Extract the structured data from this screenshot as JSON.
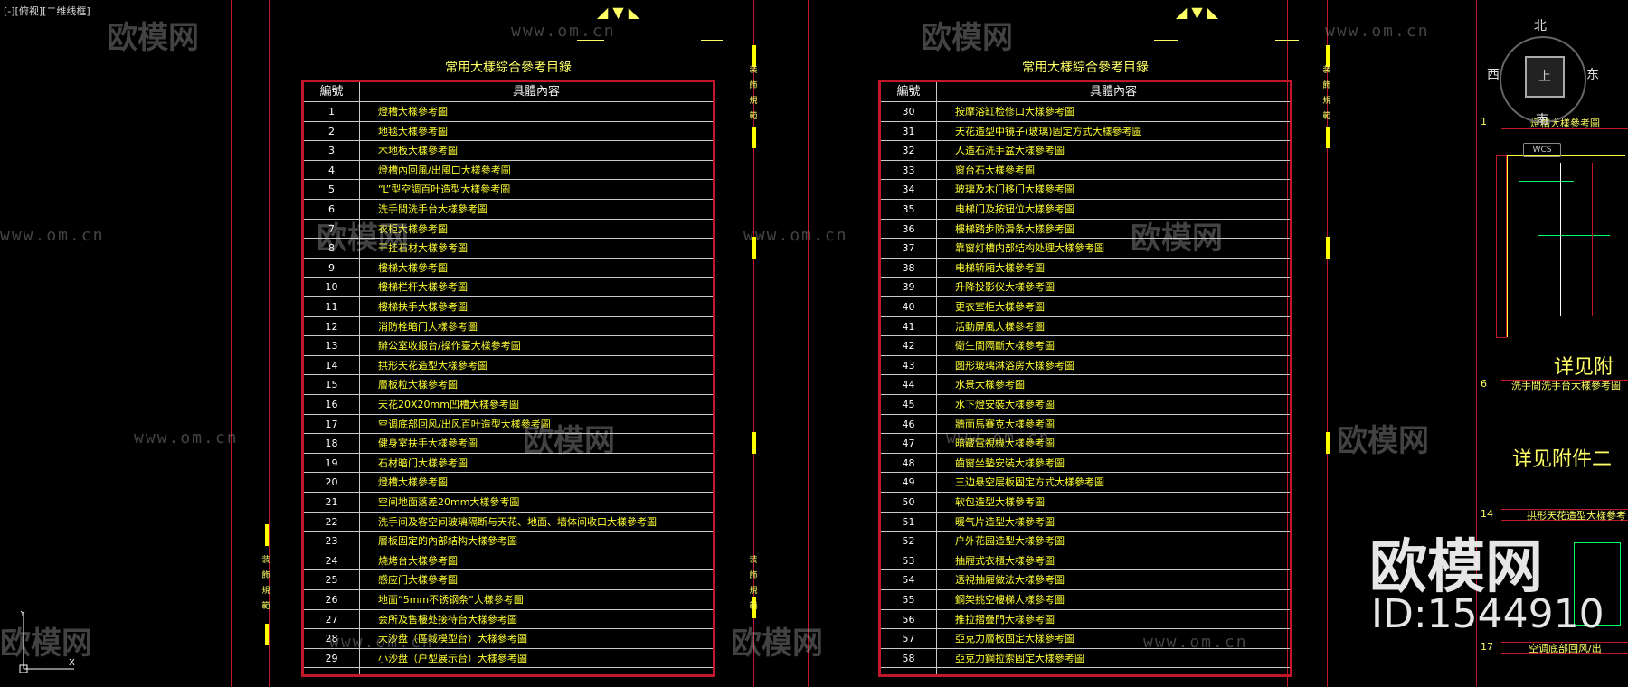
{
  "viewport": {
    "label": "[-][俯视][二维线框]"
  },
  "watermark": {
    "brand": "欧模网",
    "url": "www.om.cn",
    "id": "ID:1544910"
  },
  "sheet_left": {
    "title": "常用大樣綜合參考目錄",
    "header": {
      "no": "編號",
      "desc": "具體內容"
    },
    "rows": [
      {
        "no": "1",
        "desc": "燈槽大樣參考圖"
      },
      {
        "no": "2",
        "desc": "地毯大樣參考圖"
      },
      {
        "no": "3",
        "desc": "木地板大樣參考圖"
      },
      {
        "no": "4",
        "desc": "燈槽內回風/出風口大樣參考圖"
      },
      {
        "no": "5",
        "desc": "“L”型空調百叶造型大樣參考圖"
      },
      {
        "no": "6",
        "desc": "洗手間洗手台大樣參考圖"
      },
      {
        "no": "7",
        "desc": "衣柜大樣參考圖"
      },
      {
        "no": "8",
        "desc": "干挂石材大樣參考圖"
      },
      {
        "no": "9",
        "desc": "樓梯大樣參考圖"
      },
      {
        "no": "10",
        "desc": "樓梯栏杆大樣參考圖"
      },
      {
        "no": "11",
        "desc": "樓梯扶手大樣參考圖"
      },
      {
        "no": "12",
        "desc": "消防栓暗门大樣參考圖"
      },
      {
        "no": "13",
        "desc": "辦公室收銀台/操作臺大樣參考圖"
      },
      {
        "no": "14",
        "desc": "拱形天花造型大樣參考圖"
      },
      {
        "no": "15",
        "desc": "層板粒大樣參考圖"
      },
      {
        "no": "16",
        "desc": "天花20X20mm凹槽大樣參考圖"
      },
      {
        "no": "17",
        "desc": "空调底部回风/出风百叶造型大樣參考圖"
      },
      {
        "no": "18",
        "desc": "健身室扶手大樣參考圖"
      },
      {
        "no": "19",
        "desc": "石材暗门大樣參考圖"
      },
      {
        "no": "20",
        "desc": "燈槽大樣參考圖"
      },
      {
        "no": "21",
        "desc": "空间地面落差20mm大樣參考圖"
      },
      {
        "no": "22",
        "desc": "洗手间及客空间玻璃隔断与天花、地面、墙体间收口大樣參考圖"
      },
      {
        "no": "23",
        "desc": "層板固定的內部結构大樣參考圖"
      },
      {
        "no": "24",
        "desc": "燒烤台大樣參考圖"
      },
      {
        "no": "25",
        "desc": "感应门大樣參考圖"
      },
      {
        "no": "26",
        "desc": "地面“5mm不锈钢条”大樣參考圖"
      },
      {
        "no": "27",
        "desc": "会所及售樓处接待台大樣參考圖"
      },
      {
        "no": "28",
        "desc": "大沙盘（區域模型台）大樣參考圖"
      },
      {
        "no": "29",
        "desc": "小沙盘（户型展示台）大樣參考圖"
      }
    ]
  },
  "sheet_right": {
    "title": "常用大樣綜合參考目錄",
    "header": {
      "no": "編號",
      "desc": "具體內容"
    },
    "rows": [
      {
        "no": "30",
        "desc": "按摩浴缸检修口大樣參考圖"
      },
      {
        "no": "31",
        "desc": "天花造型中镜子(玻璃)固定方式大樣參考圖"
      },
      {
        "no": "32",
        "desc": "人造石洗手盆大樣參考圖"
      },
      {
        "no": "33",
        "desc": "窗台石大樣參考圖"
      },
      {
        "no": "34",
        "desc": "玻璃及木门移门大樣參考圖"
      },
      {
        "no": "35",
        "desc": "电梯门及按钮位大樣參考圖"
      },
      {
        "no": "36",
        "desc": "樓梯踏步防滑条大樣參考圖"
      },
      {
        "no": "37",
        "desc": "靠窗灯槽内部结构处理大樣參考圖"
      },
      {
        "no": "38",
        "desc": "电梯轿厢大樣參考圖"
      },
      {
        "no": "39",
        "desc": "升降投影仪大樣參考圖"
      },
      {
        "no": "40",
        "desc": "更衣室柜大樣參考圖"
      },
      {
        "no": "41",
        "desc": "活動屏風大樣參考圖"
      },
      {
        "no": "42",
        "desc": "衛生間隔斷大樣參考圖"
      },
      {
        "no": "43",
        "desc": "圆形玻璃淋浴房大樣參考圖"
      },
      {
        "no": "44",
        "desc": "水景大樣參考圖"
      },
      {
        "no": "45",
        "desc": "水下燈安裝大樣參考圖"
      },
      {
        "no": "46",
        "desc": "牆面馬賽克大樣參考圖"
      },
      {
        "no": "47",
        "desc": "暗藏電視機大樣參考圖"
      },
      {
        "no": "48",
        "desc": "齒窗坐墊安裝大樣參考圖"
      },
      {
        "no": "49",
        "desc": "三边悬空层板固定方式大樣參考圖"
      },
      {
        "no": "50",
        "desc": "软包造型大樣參考圖"
      },
      {
        "no": "51",
        "desc": "暖气片造型大樣參考圖"
      },
      {
        "no": "52",
        "desc": "户外花园造型大樣參考圖"
      },
      {
        "no": "53",
        "desc": "抽屜式衣櫃大樣參考圖"
      },
      {
        "no": "54",
        "desc": "透視抽屜做法大樣參考圖"
      },
      {
        "no": "55",
        "desc": "鋼架挑空樓梯大樣參考圖"
      },
      {
        "no": "56",
        "desc": "推拉摺疊門大樣參考圖"
      },
      {
        "no": "57",
        "desc": "亞克力層板固定大樣參考圖"
      },
      {
        "no": "58",
        "desc": "亞克力鋼拉索固定大樣參考圖"
      }
    ]
  },
  "side_vertical_text": "装飾規範",
  "right_panel": {
    "viewcube": {
      "north": "北",
      "west": "西",
      "east": "东",
      "south": "南"
    },
    "wcs_label": "WCS",
    "items": [
      {
        "no": "1",
        "label": "燈槽大樣參考圖"
      },
      {
        "no": "6",
        "label": "洗手間洗手台大樣參考圖"
      },
      {
        "no": "14",
        "label": "拱形天花造型大樣參考"
      },
      {
        "no": "17",
        "label": "空调底部回风/出"
      }
    ],
    "see_attachment_1": "详见附",
    "see_attachment_2": "详见附件二"
  },
  "colors": {
    "frame_red": "#c0182a",
    "text_yellow": "#ffff33",
    "grid_grey": "#c9c9c9",
    "background": "#000000"
  }
}
